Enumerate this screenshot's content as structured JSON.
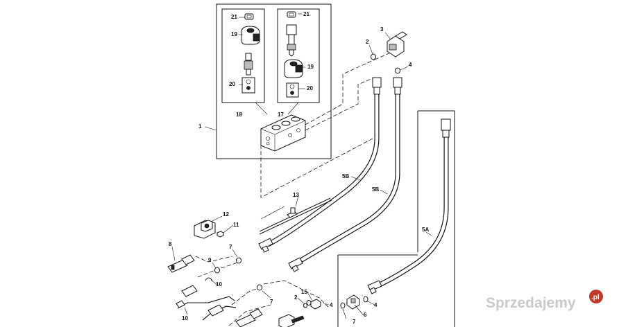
{
  "diagram": {
    "callouts": {
      "c1": "1",
      "c2a": "2",
      "c2b": "2",
      "c3": "3",
      "c4a": "4",
      "c4b": "4",
      "c4c": "4",
      "c5a": "5A",
      "c5b1": "5B",
      "c5b2": "5B",
      "c6": "6",
      "c7a": "7",
      "c7b": "7",
      "c7c": "7",
      "c8": "8",
      "c9": "9",
      "c10a": "10",
      "c10b": "10",
      "c11": "11",
      "c12": "12",
      "c13": "13",
      "c15": "15",
      "c17": "17",
      "c18": "18",
      "c19a": "19",
      "c19b": "19",
      "c20a": "20",
      "c20b": "20",
      "c21a": "21",
      "c21b": "21"
    }
  },
  "watermark": {
    "brand": "Sprzedajemy",
    "suffix": ".pl"
  }
}
